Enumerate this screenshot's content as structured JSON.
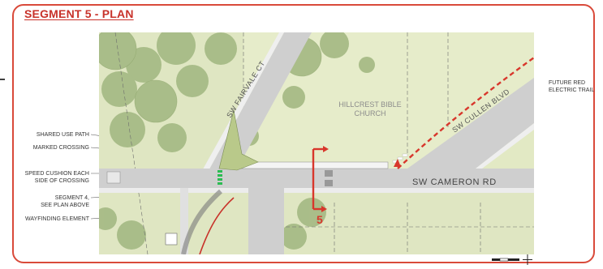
{
  "title": "SEGMENT 5 - PLAN",
  "streets": {
    "fairvale": "SW FAIRVALE CT",
    "cullen": "SW CULLEN BLVD",
    "cameron": "SW CAMERON RD"
  },
  "church": {
    "line1": "HILLCREST BIBLE",
    "line2": "CHURCH"
  },
  "callouts": {
    "shared_use_path": "SHARED USE PATH",
    "marked_crossing": "MARKED CROSSING",
    "speed_cushion_1": "SPEED CUSHION EACH",
    "speed_cushion_2": "SIDE OF CROSSING",
    "segment4_1": "SEGMENT 4,",
    "segment4_2": "SEE PLAN ABOVE",
    "wayfinding": "WAYFINDING ELEMENT",
    "future_trail_1": "FUTURE RED",
    "future_trail_2": "ELECTRIC TRAIL"
  },
  "section_marker": "5",
  "colors": {
    "accent_red": "#d94a3a",
    "section_red": "#d8372c",
    "lawn": "#dfe6c2",
    "tree": "#aabd8a",
    "road": "#c9c9c9",
    "path": "#efefef"
  }
}
